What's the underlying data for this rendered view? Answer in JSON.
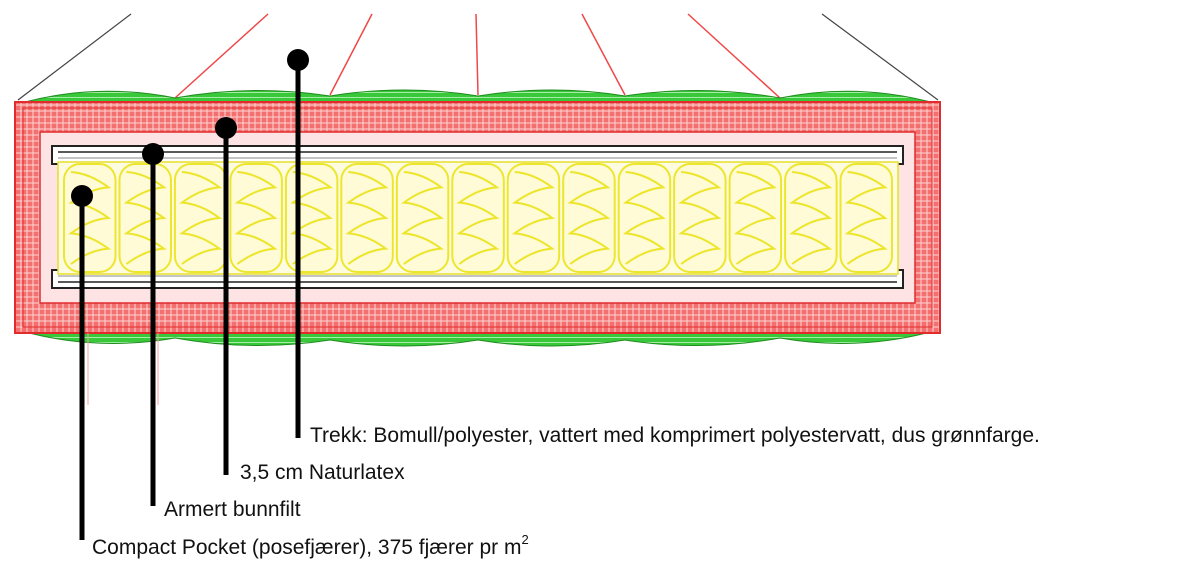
{
  "labels": {
    "cover": "Trekk: Bomull/polyester, vattert med komprimert polyestervatt, dus grønnfarge.",
    "latex": "3,5 cm Naturlatex",
    "felt": "Armert bunnfilt",
    "springs_main": "Compact Pocket (posefjærer), 375 fjærer pr m",
    "springs_sup": "2"
  },
  "colors": {
    "cover_red": "#f04848",
    "cover_red_light": "#f7a6a6",
    "quilt_green": "#2fc42f",
    "spring_yellow": "#f5f03a",
    "spring_fill": "#fdfbd0",
    "leader": "#000000",
    "frame_dark": "#333333"
  },
  "springs": {
    "count": 15
  }
}
